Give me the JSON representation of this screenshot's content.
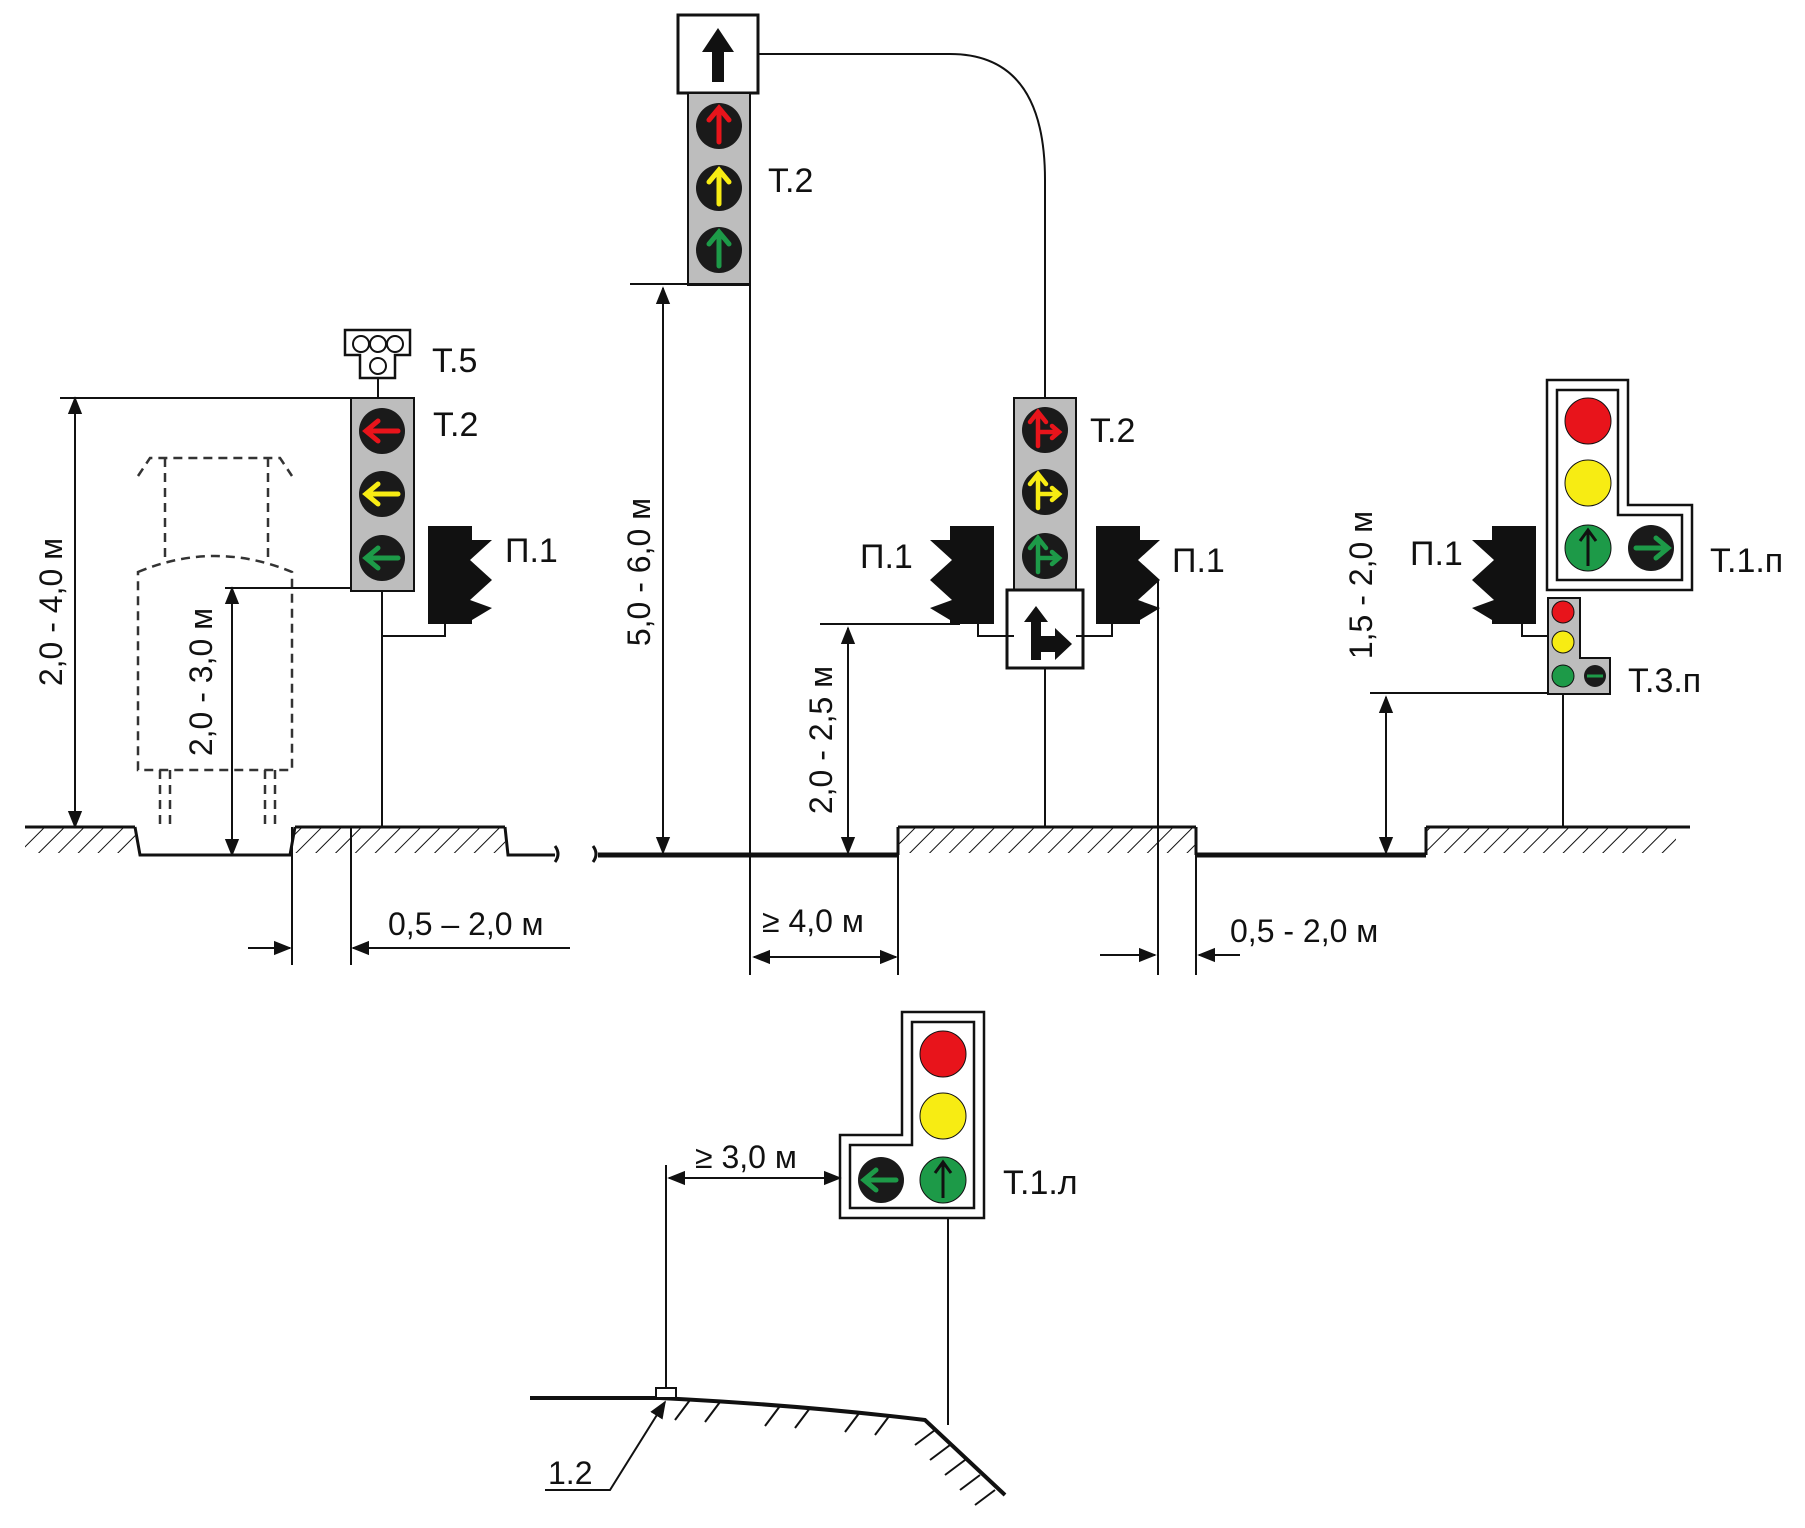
{
  "labels": {
    "t5": "Т.5",
    "t2_left": "Т.2",
    "p1_left": "П.1",
    "t2_top": "Т.2",
    "t2_center": "Т.2",
    "p1_center_left": "П.1",
    "p1_center_right": "П.1",
    "p1_right": "П.1",
    "t1p": "Т.1.п",
    "t3p": "Т.3.п",
    "t1l": "Т.1.л",
    "marking": "1.2"
  },
  "dimensions": {
    "h_2_4": "2,0 - 4,0 м",
    "h_2_3": "2,0 - 3,0 м",
    "h_5_6": "5,0 - 6,0 м",
    "h_2_25": "2,0 - 2,5 м",
    "h_15_2": "1,5 - 2,0 м",
    "w_05_2_left": "0,5 – 2,0 м",
    "w_ge4": "≥ 4,0 м",
    "w_05_2_right": "0,5 - 2,0 м",
    "w_ge3": "≥ 3,0 м"
  },
  "colors": {
    "red": "#e8141b",
    "yellow": "#f7ec13",
    "green": "#1d9a48",
    "lamp_dark": "#1a1a1a",
    "housing": "#bdbdbd",
    "line": "#111111"
  }
}
